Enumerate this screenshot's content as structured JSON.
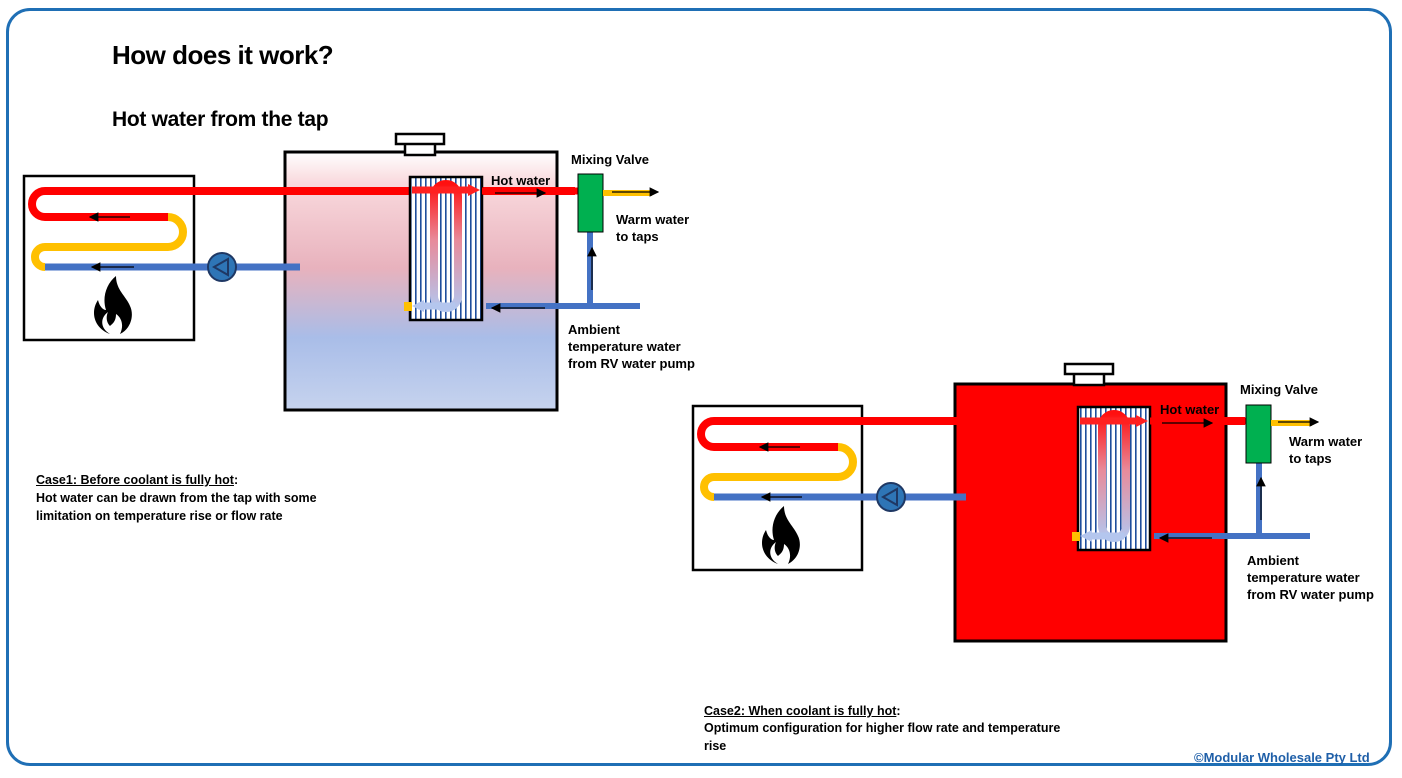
{
  "title": "How does it work?",
  "subtitle": "Hot water from the tap",
  "case1": {
    "labels": {
      "mixing_valve": "Mixing Valve",
      "hot_water": "Hot water",
      "warm_water": "Warm water\nto taps",
      "ambient": "Ambient\ntemperature water\nfrom RV water pump"
    },
    "caption_title": "Case1: Before coolant is fully hot",
    "caption_colon": ":",
    "caption_body": "Hot water can be drawn from the tap with some\nlimitation on temperature rise or flow rate"
  },
  "case2": {
    "labels": {
      "mixing_valve": "Mixing Valve",
      "hot_water": "Hot water",
      "warm_water": "Warm water\nto taps",
      "ambient": "Ambient\ntemperature water\nfrom RV water pump"
    },
    "caption_title": "Case2: When coolant is fully hot",
    "caption_colon": ":",
    "caption_body": "Optimum configuration for higher flow rate and temperature\nrise"
  },
  "copyright": "©Modular Wholesale Pty Ltd",
  "colors": {
    "frame": "#1f6fb5",
    "hot_pipe": "#ff0000",
    "warm_pipe": "#ffc000",
    "cold_pipe": "#4472c4",
    "valve": "#00b050",
    "pump": "#2e75b6",
    "tank_hot": "#ff0000"
  }
}
